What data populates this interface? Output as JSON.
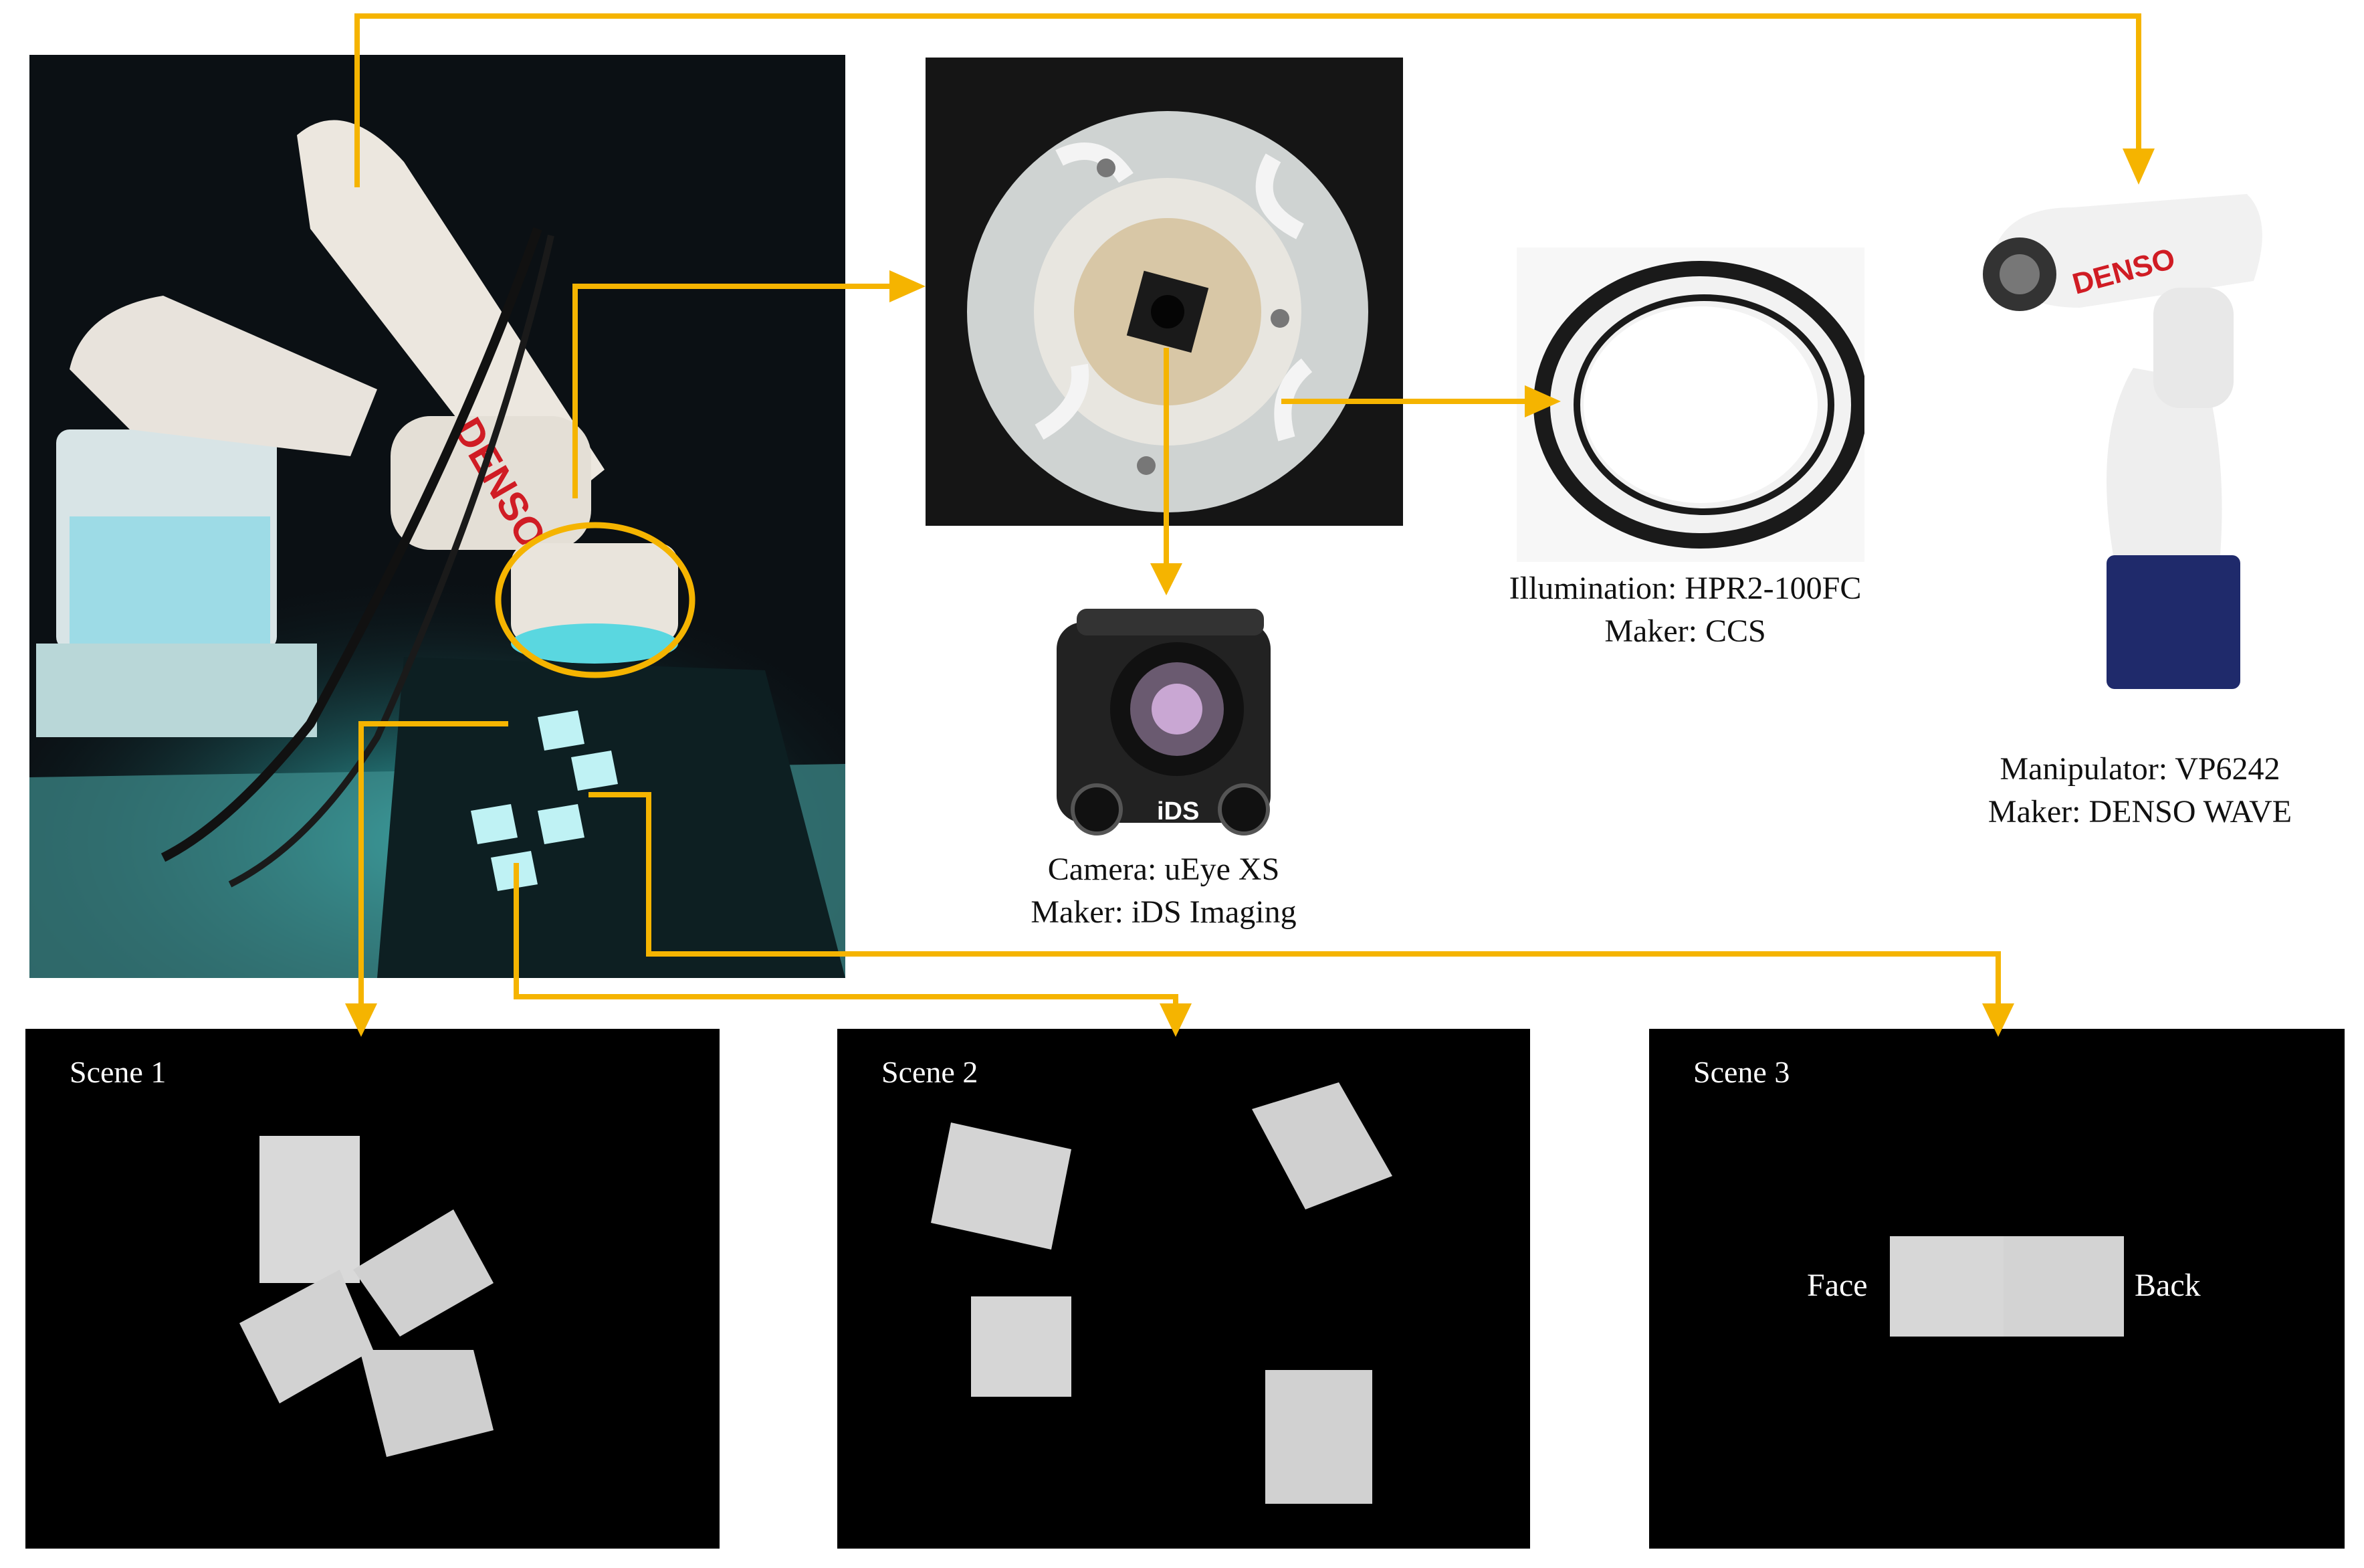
{
  "colors": {
    "arrow": "#F5B400",
    "scene_bg": "#000000",
    "part": "#d9d9d9"
  },
  "photos": {
    "robot_setup": "robot-setup-photo",
    "lens_closeup": "lens-closeup-photo"
  },
  "components": {
    "illumination": {
      "line1": "Illumination: HPR2-100FC",
      "line2": "Maker: CCS"
    },
    "camera": {
      "line1": "Camera: uEye XS",
      "line2": "Maker: iDS Imaging",
      "brand": "iDS"
    },
    "manipulator": {
      "line1": "Manipulator: VP6242",
      "line2": "Maker: DENSO WAVE",
      "brand": "DENSO"
    }
  },
  "scenes": [
    {
      "title": "Scene 1"
    },
    {
      "title": "Scene 2"
    },
    {
      "title": "Scene 3",
      "face_label": "Face",
      "back_label": "Back"
    }
  ]
}
